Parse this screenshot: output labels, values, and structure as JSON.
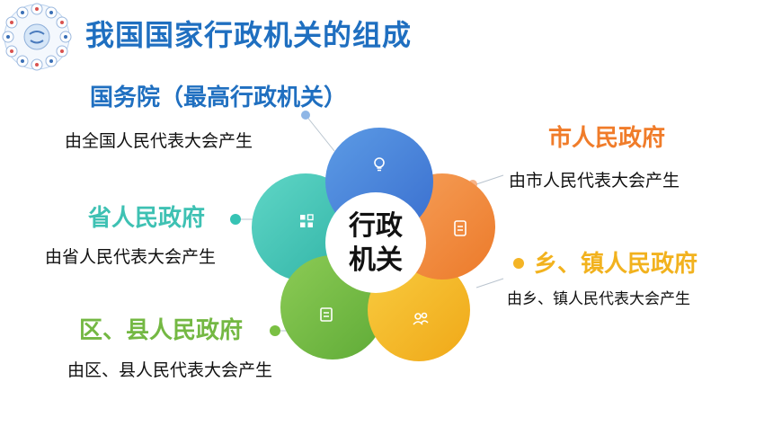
{
  "title": "我国国家行政机关的组成",
  "center": {
    "line1": "行政",
    "line2": "机关"
  },
  "nodes": [
    {
      "id": "state-council",
      "label": "国务院（最高行政机关）",
      "desc": "由全国人民代表大会产生",
      "color": "#1f6fc0",
      "icon": "lightbulb-icon"
    },
    {
      "id": "city",
      "label": "市人民政府",
      "desc": "由市人民代表大会产生",
      "color": "#f07c2a",
      "icon": "document-icon"
    },
    {
      "id": "township",
      "label": "乡、镇人民政府",
      "desc": "由乡、镇人民代表大会产生",
      "color": "#f2b21e",
      "icon": "people-icon"
    },
    {
      "id": "district-county",
      "label": "区、县人民政府",
      "desc": "由区、县人民代表大会产生",
      "color": "#74b843",
      "icon": "clipboard-icon"
    },
    {
      "id": "province",
      "label": "省人民政府",
      "desc": "由省人民代表大会产生",
      "color": "#3ec1b3",
      "icon": "grid-icon"
    }
  ]
}
